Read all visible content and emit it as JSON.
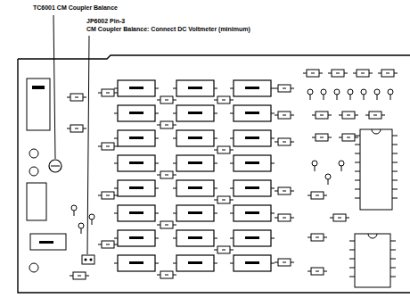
{
  "diagram": {
    "labels": [
      "TC6001 CM Coupler Balance",
      "JP6002 Pin-3",
      "CM Coupler Balance: Connect DC Voltmeter (minimum)"
    ]
  }
}
